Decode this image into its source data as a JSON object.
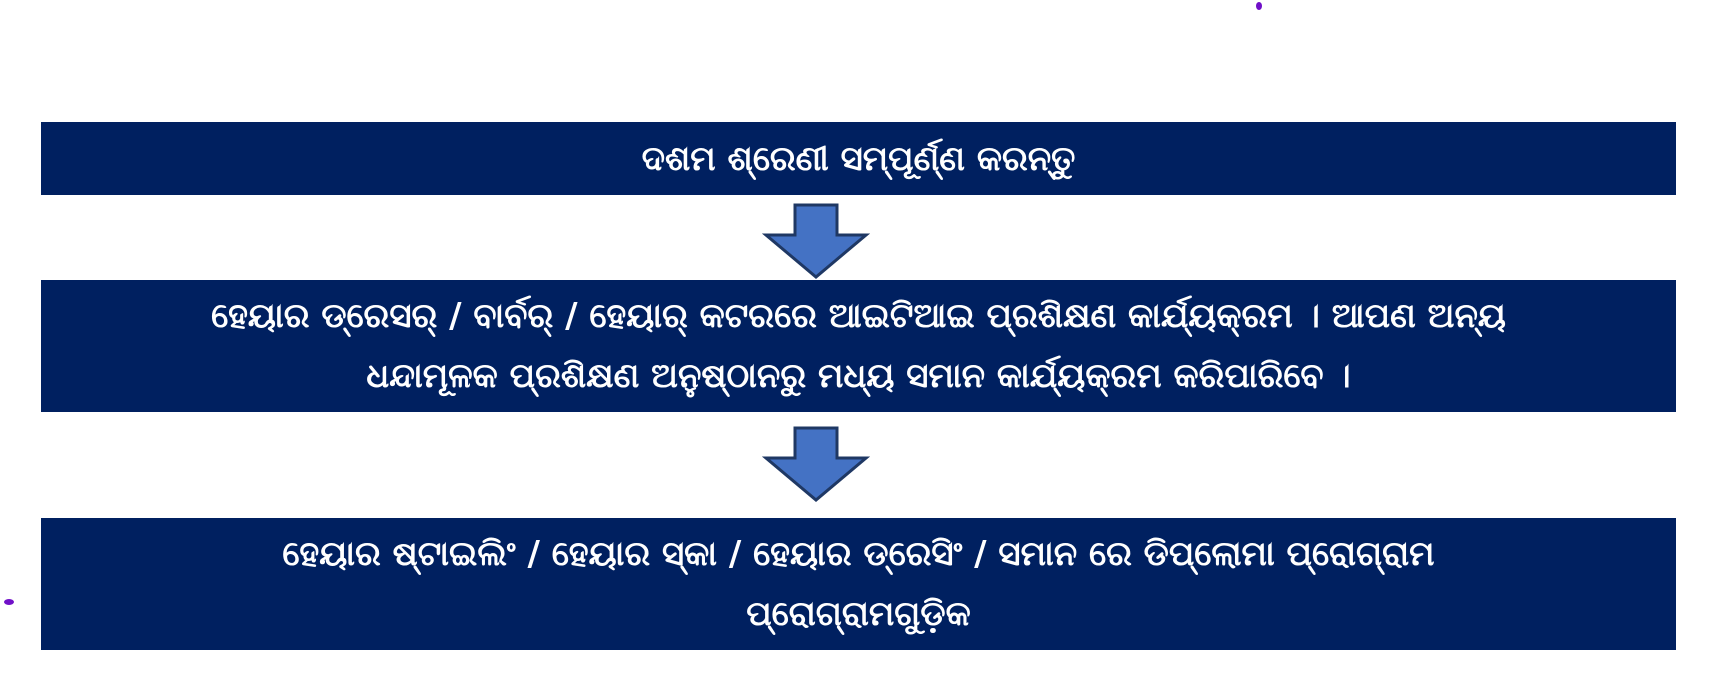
{
  "steps": [
    {
      "lines": [
        "ଦଶମ ଶ୍ରେଣୀ ସମ୍ପୂର୍ଣ୍ଣ କରନ୍ତୁ"
      ]
    },
    {
      "lines": [
        "ହେୟାର ଡ୍ରେସର୍ / ବାର୍ବର୍ / ହେୟାର୍ କଟରରେ ଆଇଟିଆଇ ପ୍ରଶିକ୍ଷଣ କାର୍ଯ୍ୟକ୍ରମ । ଆପଣ ଅନ୍ୟ",
        "ଧନ୍ଦାମୂଳକ ପ୍ରଶିକ୍ଷଣ ଅନୁଷ୍ଠାନରୁ ମଧ୍ୟ ସମାନ କାର୍ଯ୍ୟକ୍ରମ କରିପାରିବେ ।"
      ]
    },
    {
      "lines": [
        "ହେୟାର ଷ୍ଟାଇଲିଂ / ହେୟାର ସ୍କା / ହେୟାର ଡ୍ରେସିଂ / ସମାନ ରେ ଡିପ୍ଲୋମା ପ୍ରୋଗ୍ରାମ",
        "ପ୍ରୋଗ୍ରାମଗୁଡ଼ିକ"
      ]
    }
  ],
  "colors": {
    "box": "#002060",
    "arrow_fill": "#4472C4",
    "arrow_stroke": "#1F3864",
    "dot": "#7010C8"
  }
}
